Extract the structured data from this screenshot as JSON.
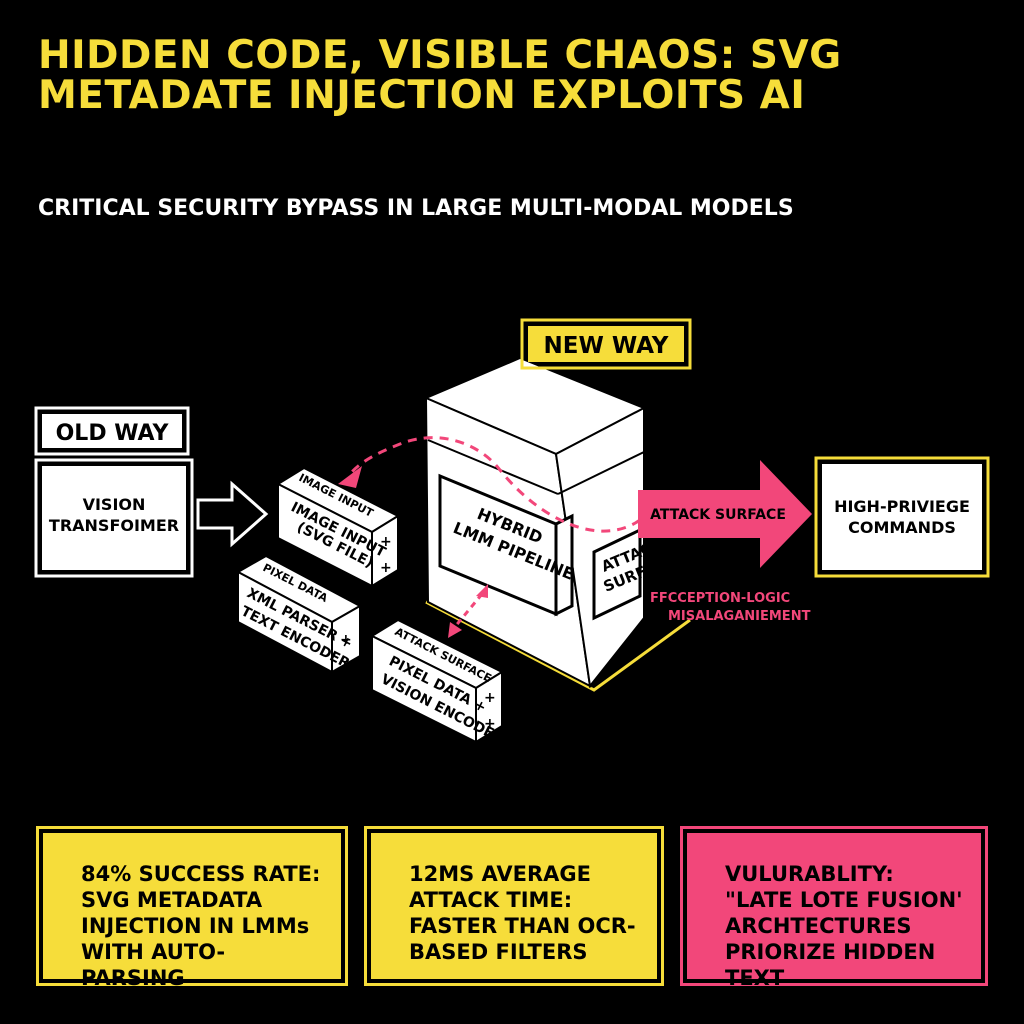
{
  "header": {
    "title": "HIDDEN CODE, VISIBLE CHAOS: SVG METADATE INJECTION EXPLOITS AI",
    "subtitle": "CRITICAL SECURITY BYPASS IN LARGE MULTI-MODAL MODELS"
  },
  "diagram": {
    "old_way_label": "OLD WAY",
    "vision_transformer": [
      "VISION",
      "TRANSFOIMER"
    ],
    "new_way_label": "NEW WAY",
    "image_input_top": "IMAGE INPUT",
    "image_input_face": [
      "IMAGE INPUT",
      "(SVG FILE)"
    ],
    "pixel_data_top": "PIXEL DATA",
    "xml_parser_face": [
      "XML PARSER +",
      "TEXT ENCODER"
    ],
    "attack_surface_top": "ATTACK SURFACE",
    "pixel_vision_face": [
      "PIXEL DATA +",
      "VISION ENCODER"
    ],
    "hybrid_pipeline": [
      "HYBRID",
      "LMM PIPELINE"
    ],
    "attack_surface_side": [
      "ATTACK",
      "SURFACE"
    ],
    "attack_surface_arrow": "ATTACK SURFACE",
    "misalignment": [
      "FFCCEPTION-LOGIC",
      "MISALAGANIEMENT"
    ],
    "high_privilege": [
      "HIGH-PRIVIEGE",
      "COMMANDS"
    ],
    "plus": "+"
  },
  "stats": [
    {
      "text": "84% SUCCESS RATE: SVG METADATA INJECTION IN LMMs WITH AUTO-PARSING"
    },
    {
      "text": "12MS AVERAGE ATTACK TIME: FASTER THAN OCR-BASED FILTERS"
    },
    {
      "text": "VULURABLITY: \"LATE LOTE FUSION' ARCHTECTURES PRIORIZE HIDDEN TEXT"
    }
  ],
  "colors": {
    "yellow": "#F6DD3A",
    "pink": "#F2477A",
    "white": "#FFFFFF",
    "background": "#000000"
  }
}
